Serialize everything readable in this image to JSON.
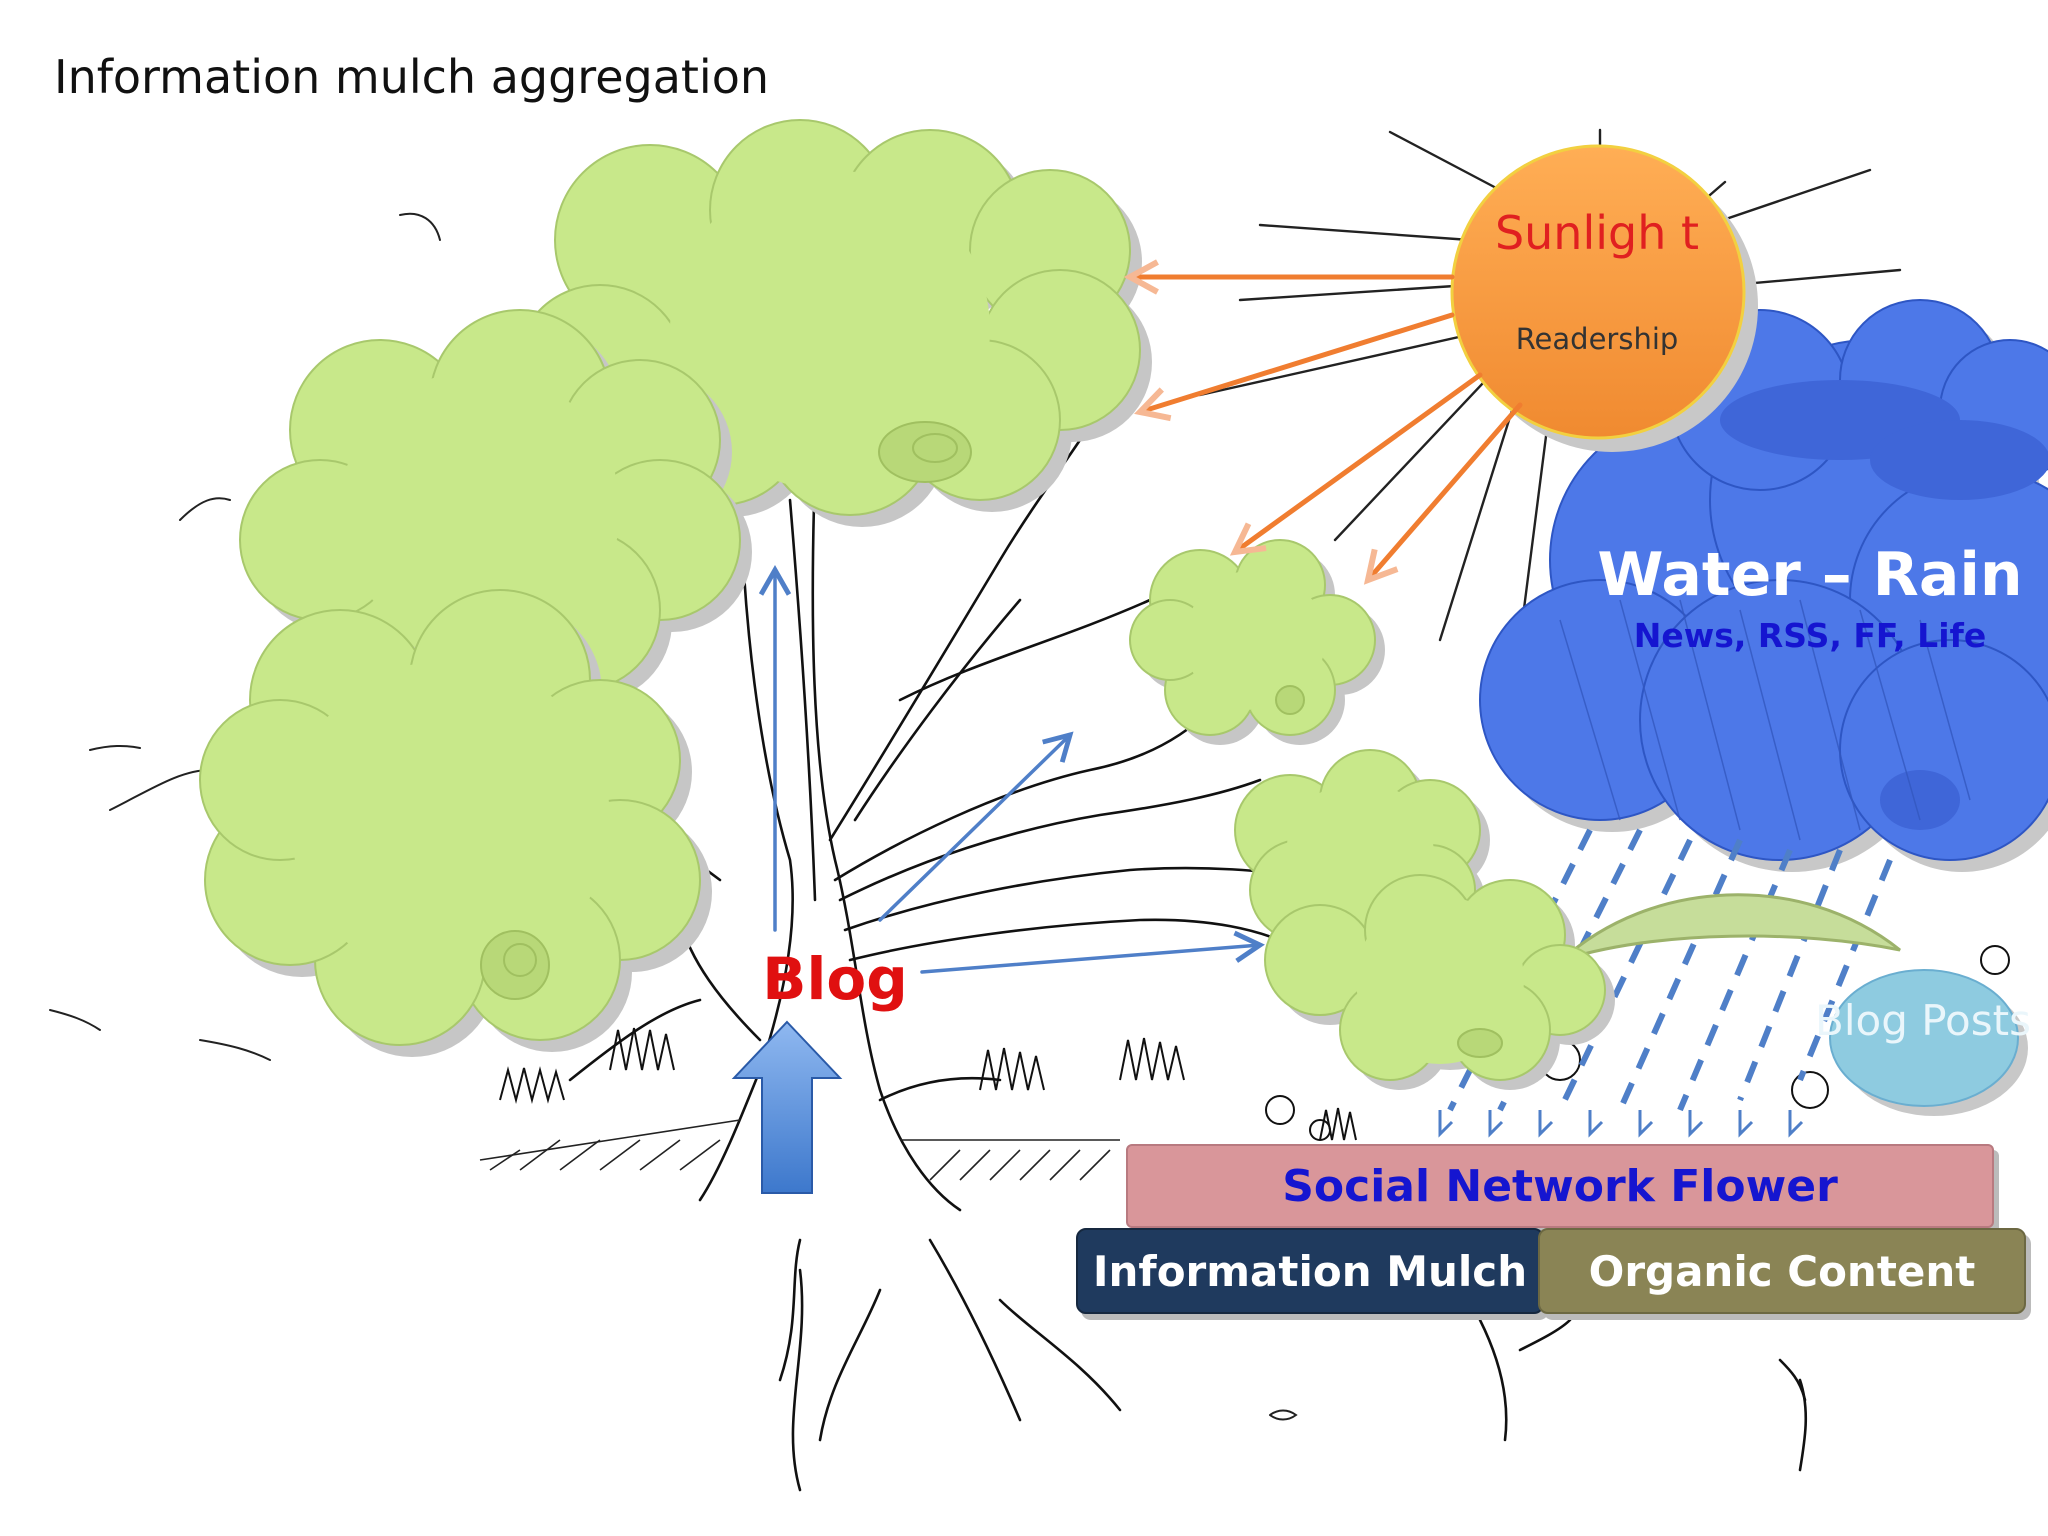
{
  "title": "Information mulch aggregation",
  "sun": {
    "title": "Sunligh t",
    "subtitle": "Readership"
  },
  "rain": {
    "title": "Water – Rain",
    "subtitle": "News, RSS, FF, Life"
  },
  "blog_label": "Blog",
  "blog_posts": "Blog Posts",
  "layers": {
    "social_network": "Social Network Flower",
    "information_mulch": "Information Mulch",
    "organic_content": "Organic Content"
  },
  "colors": {
    "canopy": "#c8e88a",
    "sun": "#f7a040",
    "rain_cloud": "#4d78e8",
    "blog_text": "#e01010",
    "arrow_blue": "#4f7fc8",
    "sun_ray_arrow": "#f07d30",
    "social_bar": "#d9969a",
    "mulch_bar": "#1f3a5e",
    "organic_bar": "#8a8455",
    "posts_bubble": "#8ecbe0"
  }
}
